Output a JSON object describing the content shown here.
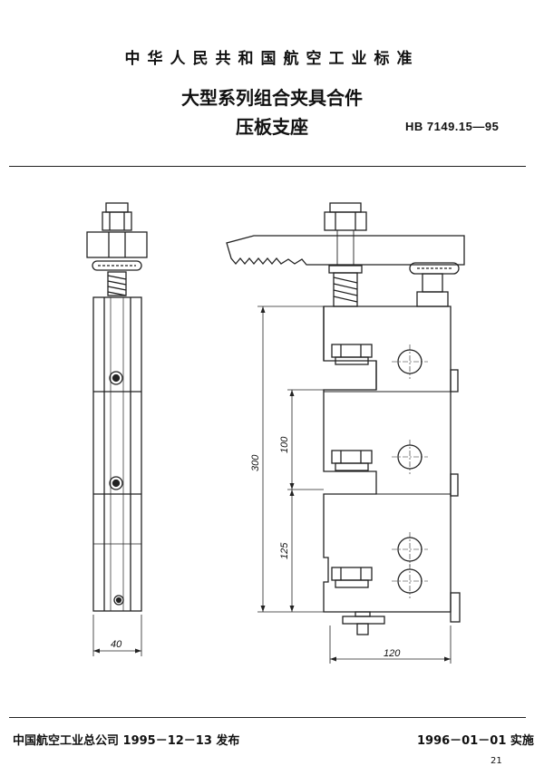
{
  "header": {
    "standard_org": "中华人民共和国航空工业标准",
    "title_line1": "大型系列组合夹具合件",
    "title_line2": "压板支座",
    "standard_code": "HB 7149.15—95"
  },
  "drawing": {
    "dimensions": {
      "width_side": "40",
      "width_front": "120",
      "height_total": "300",
      "pitch_upper": "100",
      "pitch_lower": "125"
    }
  },
  "footer": {
    "issued": "中国航空工业总公司 1995－12－13 发布",
    "effective": "1996－01－01 实施",
    "page_number": "21"
  }
}
